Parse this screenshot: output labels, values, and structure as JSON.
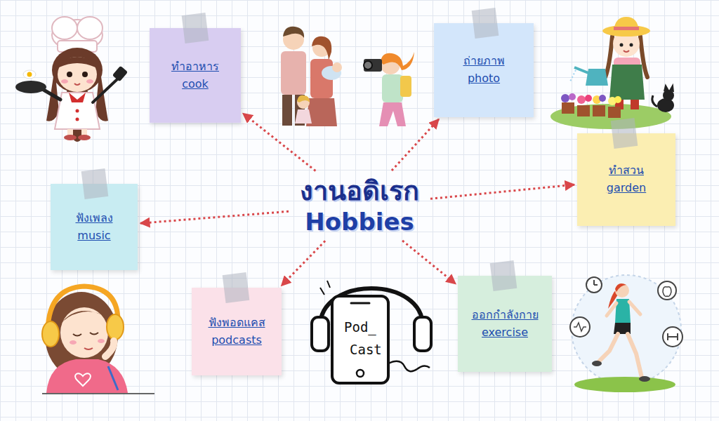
{
  "diagram": {
    "nodes": [
      {
        "text": [
          "งานอดิเรก",
          "Hobbies"
        ]
      },
      {
        "text": [
          "ทำอาหาร",
          "cook"
        ]
      },
      {
        "text": [
          "ถ่ายภาพ",
          "photo"
        ]
      },
      {
        "text": [
          "ทำสวน",
          "garden"
        ]
      },
      {
        "text": [
          "ฟังเพลง",
          "music"
        ]
      },
      {
        "text": [
          "ฟังพอดแคส",
          "podcasts"
        ]
      },
      {
        "text": [
          "ออกกำลังกาย",
          "exercise"
        ]
      }
    ],
    "edges": [
      {
        "from": 0,
        "to": 1,
        "arrow": "to"
      },
      {
        "from": 0,
        "to": 2,
        "arrow": "to"
      },
      {
        "from": 0,
        "to": 3,
        "arrow": "to"
      },
      {
        "from": 0,
        "to": 4,
        "arrow": "to"
      },
      {
        "from": 0,
        "to": 5,
        "arrow": "to"
      },
      {
        "from": 0,
        "to": 6,
        "arrow": "to"
      }
    ],
    "labels": [
      "Pod_",
      "Cast"
    ]
  }
}
